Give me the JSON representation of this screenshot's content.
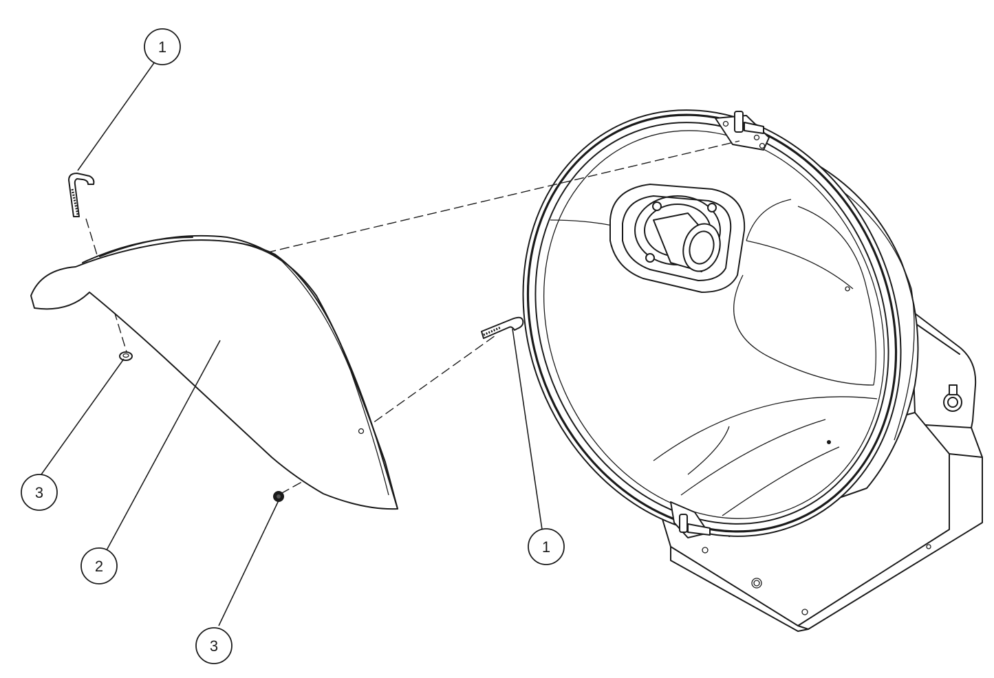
{
  "callouts": [
    {
      "id": "c1a",
      "label": "1"
    },
    {
      "id": "c1b",
      "label": "1"
    },
    {
      "id": "c2",
      "label": "2"
    },
    {
      "id": "c3a",
      "label": "3"
    },
    {
      "id": "c3b",
      "label": "3"
    }
  ],
  "colors": {
    "ink": "#1a1a1a",
    "paper": "#ffffff"
  }
}
